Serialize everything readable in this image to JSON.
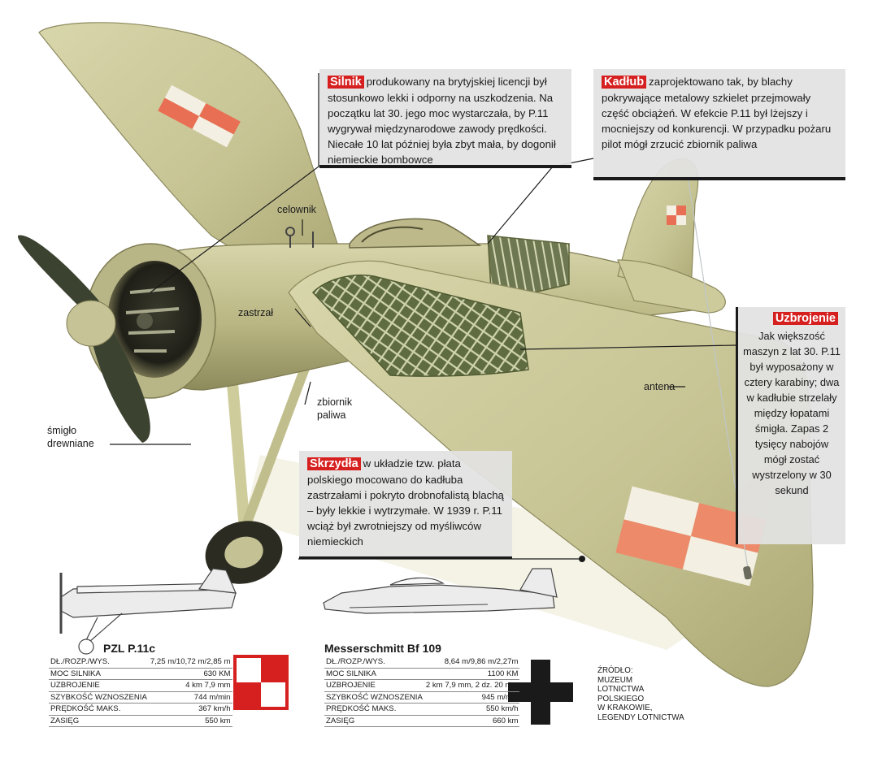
{
  "colors": {
    "highlight": "#d6201f",
    "airframe": "#c9c79a",
    "airframe_shadow": "#8f8c62",
    "frame_interior": "#6f7a4c",
    "marking_red": "#e86f53",
    "panel_bg": "#e2e2e2"
  },
  "callouts": {
    "silnik": {
      "title": "Silnik",
      "text": "produkowany na brytyjskiej licencji był stosunkowo lekki i odporny na uszkodzenia. Na początku lat 30. jego moc wystarczała, by P.11 wygrywał międzynarodowe zawody prędkości. Niecałe 10 lat później była zbyt mała, by dogonił niemieckie bombowce"
    },
    "kadlub": {
      "title": "Kadłub",
      "text": "zaprojektowano tak, by blachy pokrywające metalowy szkielet przejmowały część obciążeń. W efekcie P.11 był lżejszy i mocniejszy od konkurencji. W przypadku pożaru pilot mógł zrzucić zbiornik paliwa"
    },
    "uzbrojenie": {
      "title": "Uzbrojenie",
      "text": "Jak większość maszyn z lat 30. P.11 był wyposażony w cztery karabiny; dwa w kadłubie strzelały między łopatami śmigła. Zapas 2 tysięcy nabojów mógł zostać wystrzelony w 30 sekund"
    },
    "skrzydla": {
      "title": "Skrzydła",
      "text": "w układzie tzw. płata polskiego mocowano do kadłuba zastrzałami i pokryto drobnofalistą blachą – były lekkie i wytrzymałe. W 1939 r. P.11 wciąż był zwrotniejszy od myśliwców niemieckich"
    }
  },
  "labels": {
    "celownik": "celownik",
    "zastrzal": "zastrzał",
    "zbiornik": "zbiornik paliwa",
    "antena": "antena",
    "smiglo": "śmigło drewniane"
  },
  "comparison": {
    "pzl": {
      "name": "PZL P.11c",
      "specs": [
        {
          "label": "DŁ./ROZP./WYS.",
          "value": "7,25 m/10,72 m/2,85 m"
        },
        {
          "label": "MOC SILNIKA",
          "value": "630 KM"
        },
        {
          "label": "UZBROJENIE",
          "value": "4 km 7,9 mm"
        },
        {
          "label": "SZYBKOŚĆ WZNOSZENIA",
          "value": "744 m/min"
        },
        {
          "label": "PRĘDKOŚĆ MAKS.",
          "value": "367 km/h"
        },
        {
          "label": "ZASIĘG",
          "value": "550 km"
        }
      ]
    },
    "bf109": {
      "name": "Messerschmitt Bf 109",
      "specs": [
        {
          "label": "DŁ./ROZP./WYS.",
          "value": "8,64 m/9,86 m/2,27m"
        },
        {
          "label": "MOC SILNIKA",
          "value": "1100 KM"
        },
        {
          "label": "UZBROJENIE",
          "value": "2 km 7,9 mm, 2 dz. 20 mm"
        },
        {
          "label": "SZYBKOŚĆ WZNOSZENIA",
          "value": "945 m/min"
        },
        {
          "label": "PRĘDKOŚĆ MAKS.",
          "value": "550 km/h"
        },
        {
          "label": "ZASIĘG",
          "value": "660 km"
        }
      ]
    }
  },
  "source": [
    "ŹRÓDŁO:",
    "MUZEUM",
    "LOTNICTWA",
    "POLSKIEGO",
    "W KRAKOWIE,",
    "LEGENDY LOTNICTWA"
  ],
  "icons": {
    "polish_insignia": "polish-checkerboard-icon",
    "german_insignia": "balkenkreuz-icon"
  }
}
